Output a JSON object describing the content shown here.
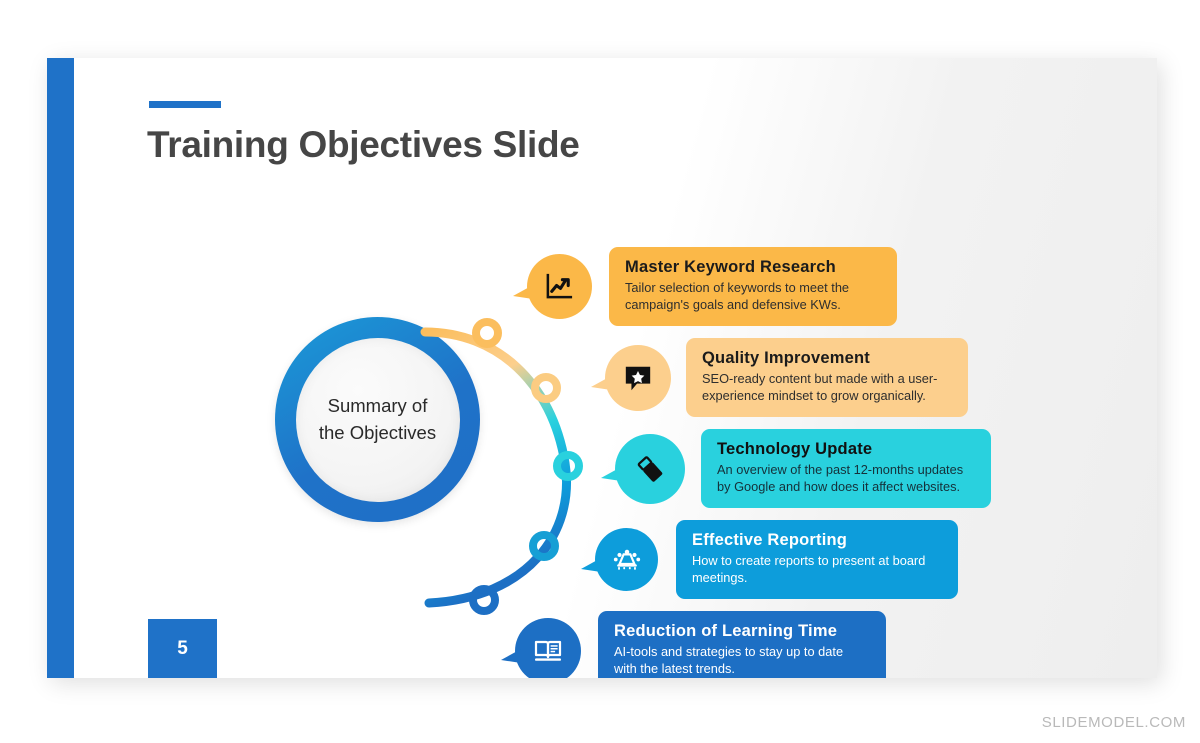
{
  "slide": {
    "title": "Training Objectives Slide",
    "page_number": "5",
    "watermark": "SLIDEMODEL.COM",
    "accent_color": "#1f72c8"
  },
  "center": {
    "label": "Summary of\nthe Objectives",
    "ring_color_top": "#1b9bd8",
    "ring_color_bottom": "#1f6fc6"
  },
  "arc": {
    "gradient_stops": [
      "#fbbe5e",
      "#fccf8d",
      "#29d1de",
      "#0d9ddb",
      "#1d6fc4"
    ],
    "node_count": 5
  },
  "items": [
    {
      "title": "Master Keyword Research",
      "desc": "Tailor selection of keywords to meet the\ncampaign's goals and defensive KWs.",
      "icon": "chart-trending-up-icon",
      "bg": "#fbb848",
      "bubble_bg": "#fbb848",
      "title_color": "#1b1b1b",
      "desc_color": "#2e2e2e",
      "icon_color": "#111111"
    },
    {
      "title": "Quality Improvement",
      "desc": "SEO-ready content but made with a user-\nexperience mindset to grow organically.",
      "icon": "speech-bubble-star-icon",
      "bg": "#fccf8d",
      "bubble_bg": "#fccf8d",
      "title_color": "#1b1b1b",
      "desc_color": "#2e2e2e",
      "icon_color": "#111111"
    },
    {
      "title": "Technology Update",
      "desc": "An overview of the past 12-months updates\nby Google and how does it affect websites.",
      "icon": "usb-drive-icon",
      "bg": "#29d1de",
      "bubble_bg": "#29d1de",
      "title_color": "#111111",
      "desc_color": "#15313a",
      "icon_color": "#111111"
    },
    {
      "title": "Effective Reporting",
      "desc": "How to create reports to present at board\nmeetings.",
      "icon": "meeting-table-icon",
      "bg": "#0d9ddb",
      "bubble_bg": "#0d9ddb",
      "title_color": "#ffffff",
      "desc_color": "#ffffff",
      "icon_color": "#ffffff"
    },
    {
      "title": "Reduction of Learning Time",
      "desc": "AI-tools and strategies to stay up to date\nwith the latest trends.",
      "icon": "open-book-icon",
      "bg": "#1d6fc4",
      "bubble_bg": "#1d6fc4",
      "title_color": "#ffffff",
      "desc_color": "#ffffff",
      "icon_color": "#ffffff"
    }
  ]
}
